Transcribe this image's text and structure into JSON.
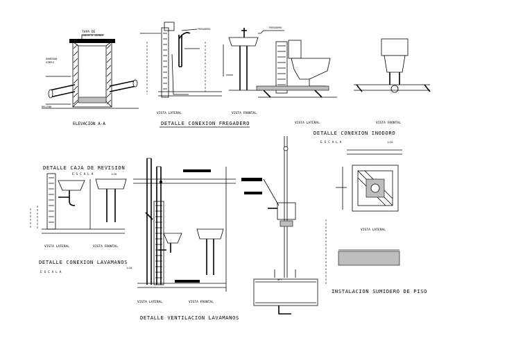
{
  "labels": {
    "elev_top1": "TAPA DE",
    "elev_top2": "CONCRETO ARMADO",
    "elev_horm1": "HORMIGON",
    "elev_horm2": "SIMPLE",
    "elev_relleno": "RELLENO",
    "elevacion": "ELEVACION A-A",
    "freg_tag": "FREGADERO",
    "freg_tag2": "FREGADERO",
    "freg_vista_lateral": "VISTA LATERAL",
    "freg_vista_frontal": "VISTA FRONTAL",
    "freg_title": "DETALLE CONEXION FREGADERO",
    "inod_vista_lateral": "VISTA LATERAL",
    "inod_vista_frontal": "VISTA FRONTAL",
    "inod_title": "DETALLE CONEXION INODORO",
    "inod_escala": "E S C A L A",
    "inod_scale": "1=20",
    "caja_title": "DETALLE CAJA DE REVISION",
    "lav_escala_top": "E S C A L A",
    "lav_scale_top": "1=20",
    "lav_vista_lateral": "VISTA LATERAL",
    "lav_vista_frontal": "VISTA FRONTAL",
    "lav_title": "DETALLE CONEXION LAVAMANOS",
    "lav_escala": "E S C A L A",
    "lav_scale": "1=20",
    "vent_vista_lateral": "VISTA LATERAL",
    "vent_vista_frontal": "VISTA FRONTAL",
    "vent_title": "DETALLE VENTILACION LAVAMANOS",
    "sum_vista_lateral": "VISTA LATERAL",
    "sum_title": "INSTALACION SUMIDERO DE PISO",
    "npt": "NPT"
  }
}
